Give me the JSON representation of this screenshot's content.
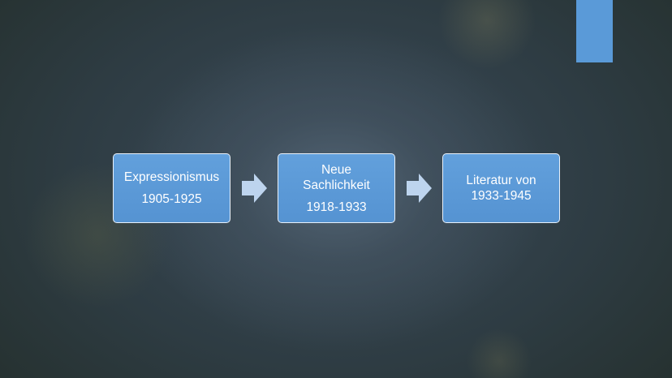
{
  "colors": {
    "accent": "#5a9ad8",
    "box_fill": "#5b9ad8",
    "box_border": "#e9f1fa",
    "arrow_fill": "#bdd4ee"
  },
  "flow": {
    "steps": [
      {
        "lines": [
          "Expressionismus",
          "1905-1925"
        ]
      },
      {
        "lines": [
          "Neue",
          "Sachlichkeit",
          "1918-1933"
        ]
      },
      {
        "lines": [
          "Literatur von",
          "1933-1945"
        ]
      }
    ],
    "connectors": [
      {
        "icon": "right-arrow-icon"
      },
      {
        "icon": "right-arrow-icon"
      }
    ]
  }
}
